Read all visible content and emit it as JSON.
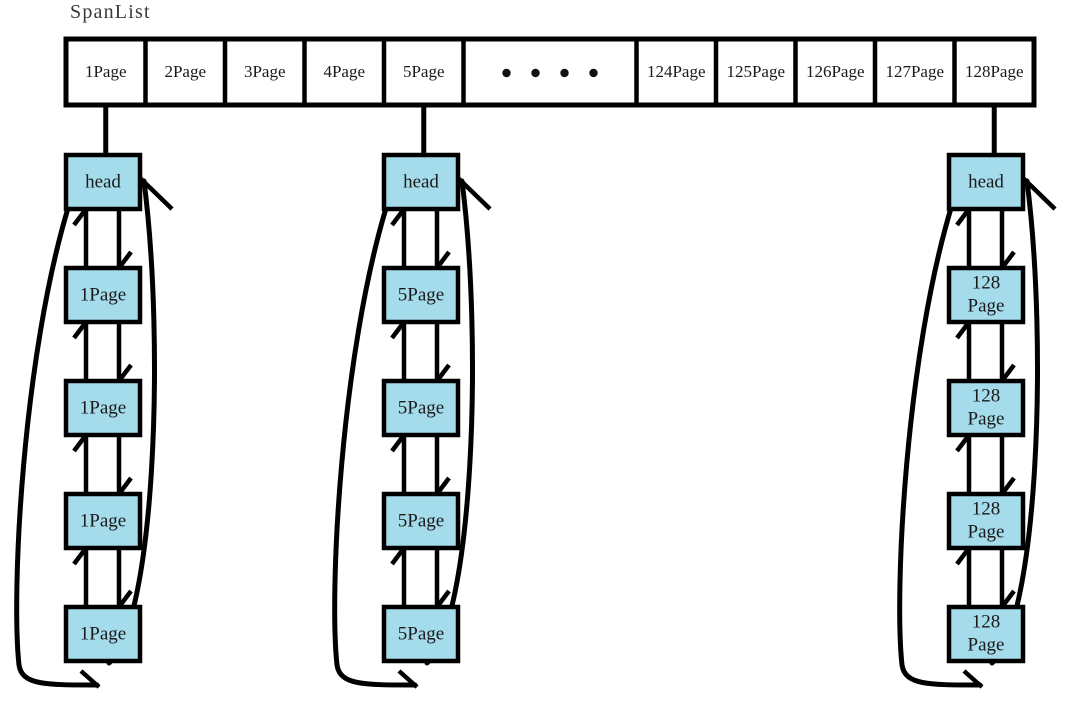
{
  "diagram": {
    "title": "SpanList",
    "colors": {
      "node_fill": "#a5dcec",
      "node_stroke": "#000000",
      "line": "#000000",
      "title_text": "#3a3a3a",
      "cell_text": "#1a1a1a",
      "background": "#ffffff"
    },
    "table": {
      "name": "spanlist-bucket-array",
      "cells": [
        {
          "label": "1Page",
          "type": "bucket",
          "has_chain": true
        },
        {
          "label": "2Page",
          "type": "bucket",
          "has_chain": false
        },
        {
          "label": "3Page",
          "type": "bucket",
          "has_chain": false
        },
        {
          "label": "4Page",
          "type": "bucket",
          "has_chain": false
        },
        {
          "label": "5Page",
          "type": "bucket",
          "has_chain": true
        },
        {
          "label": "",
          "type": "ellipsis",
          "dots": 4,
          "has_chain": false
        },
        {
          "label": "124Page",
          "type": "bucket",
          "has_chain": false
        },
        {
          "label": "125Page",
          "type": "bucket",
          "has_chain": false
        },
        {
          "label": "126Page",
          "type": "bucket",
          "has_chain": false
        },
        {
          "label": "127Page",
          "type": "bucket",
          "has_chain": false
        },
        {
          "label": "128Page",
          "type": "bucket",
          "has_chain": true
        }
      ]
    },
    "chains": [
      {
        "name": "chain-1page",
        "bucket": "1Page",
        "head_label": "head",
        "nodes": [
          {
            "label": "1Page"
          },
          {
            "label": "1Page"
          },
          {
            "label": "1Page"
          },
          {
            "label": "1Page"
          }
        ]
      },
      {
        "name": "chain-5page",
        "bucket": "5Page",
        "head_label": "head",
        "nodes": [
          {
            "label": "5Page"
          },
          {
            "label": "5Page"
          },
          {
            "label": "5Page"
          },
          {
            "label": "5Page"
          }
        ]
      },
      {
        "name": "chain-128page",
        "bucket": "128Page",
        "head_label": "head",
        "nodes": [
          {
            "label": "128\nPage"
          },
          {
            "label": "128\nPage"
          },
          {
            "label": "128\nPage"
          },
          {
            "label": "128\nPage"
          }
        ]
      }
    ]
  }
}
